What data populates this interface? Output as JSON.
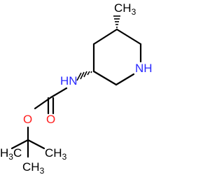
{
  "molecule": {
    "labels": {
      "methyl_top": {
        "main": "CH",
        "sub": "3"
      },
      "ring_nitrogen": "NH",
      "amide_nitrogen": "HN",
      "ester_oxygen": "O",
      "carbonyl_oxygen": "O",
      "tbutyl_methyl_left": {
        "main": "H",
        "sub": "3",
        "tail": "C"
      },
      "tbutyl_methyl_right": {
        "main": "CH",
        "sub": "3"
      },
      "tbutyl_methyl_bottom": {
        "main": "CH",
        "sub": "3"
      }
    },
    "colors": {
      "bond": "#000000",
      "carbon_label": "#000000",
      "nitrogen": "#2a2aff",
      "oxygen": "#ff2020"
    },
    "stereo_bonds": [
      "hashed-wedge",
      "hashed-wedge"
    ]
  }
}
